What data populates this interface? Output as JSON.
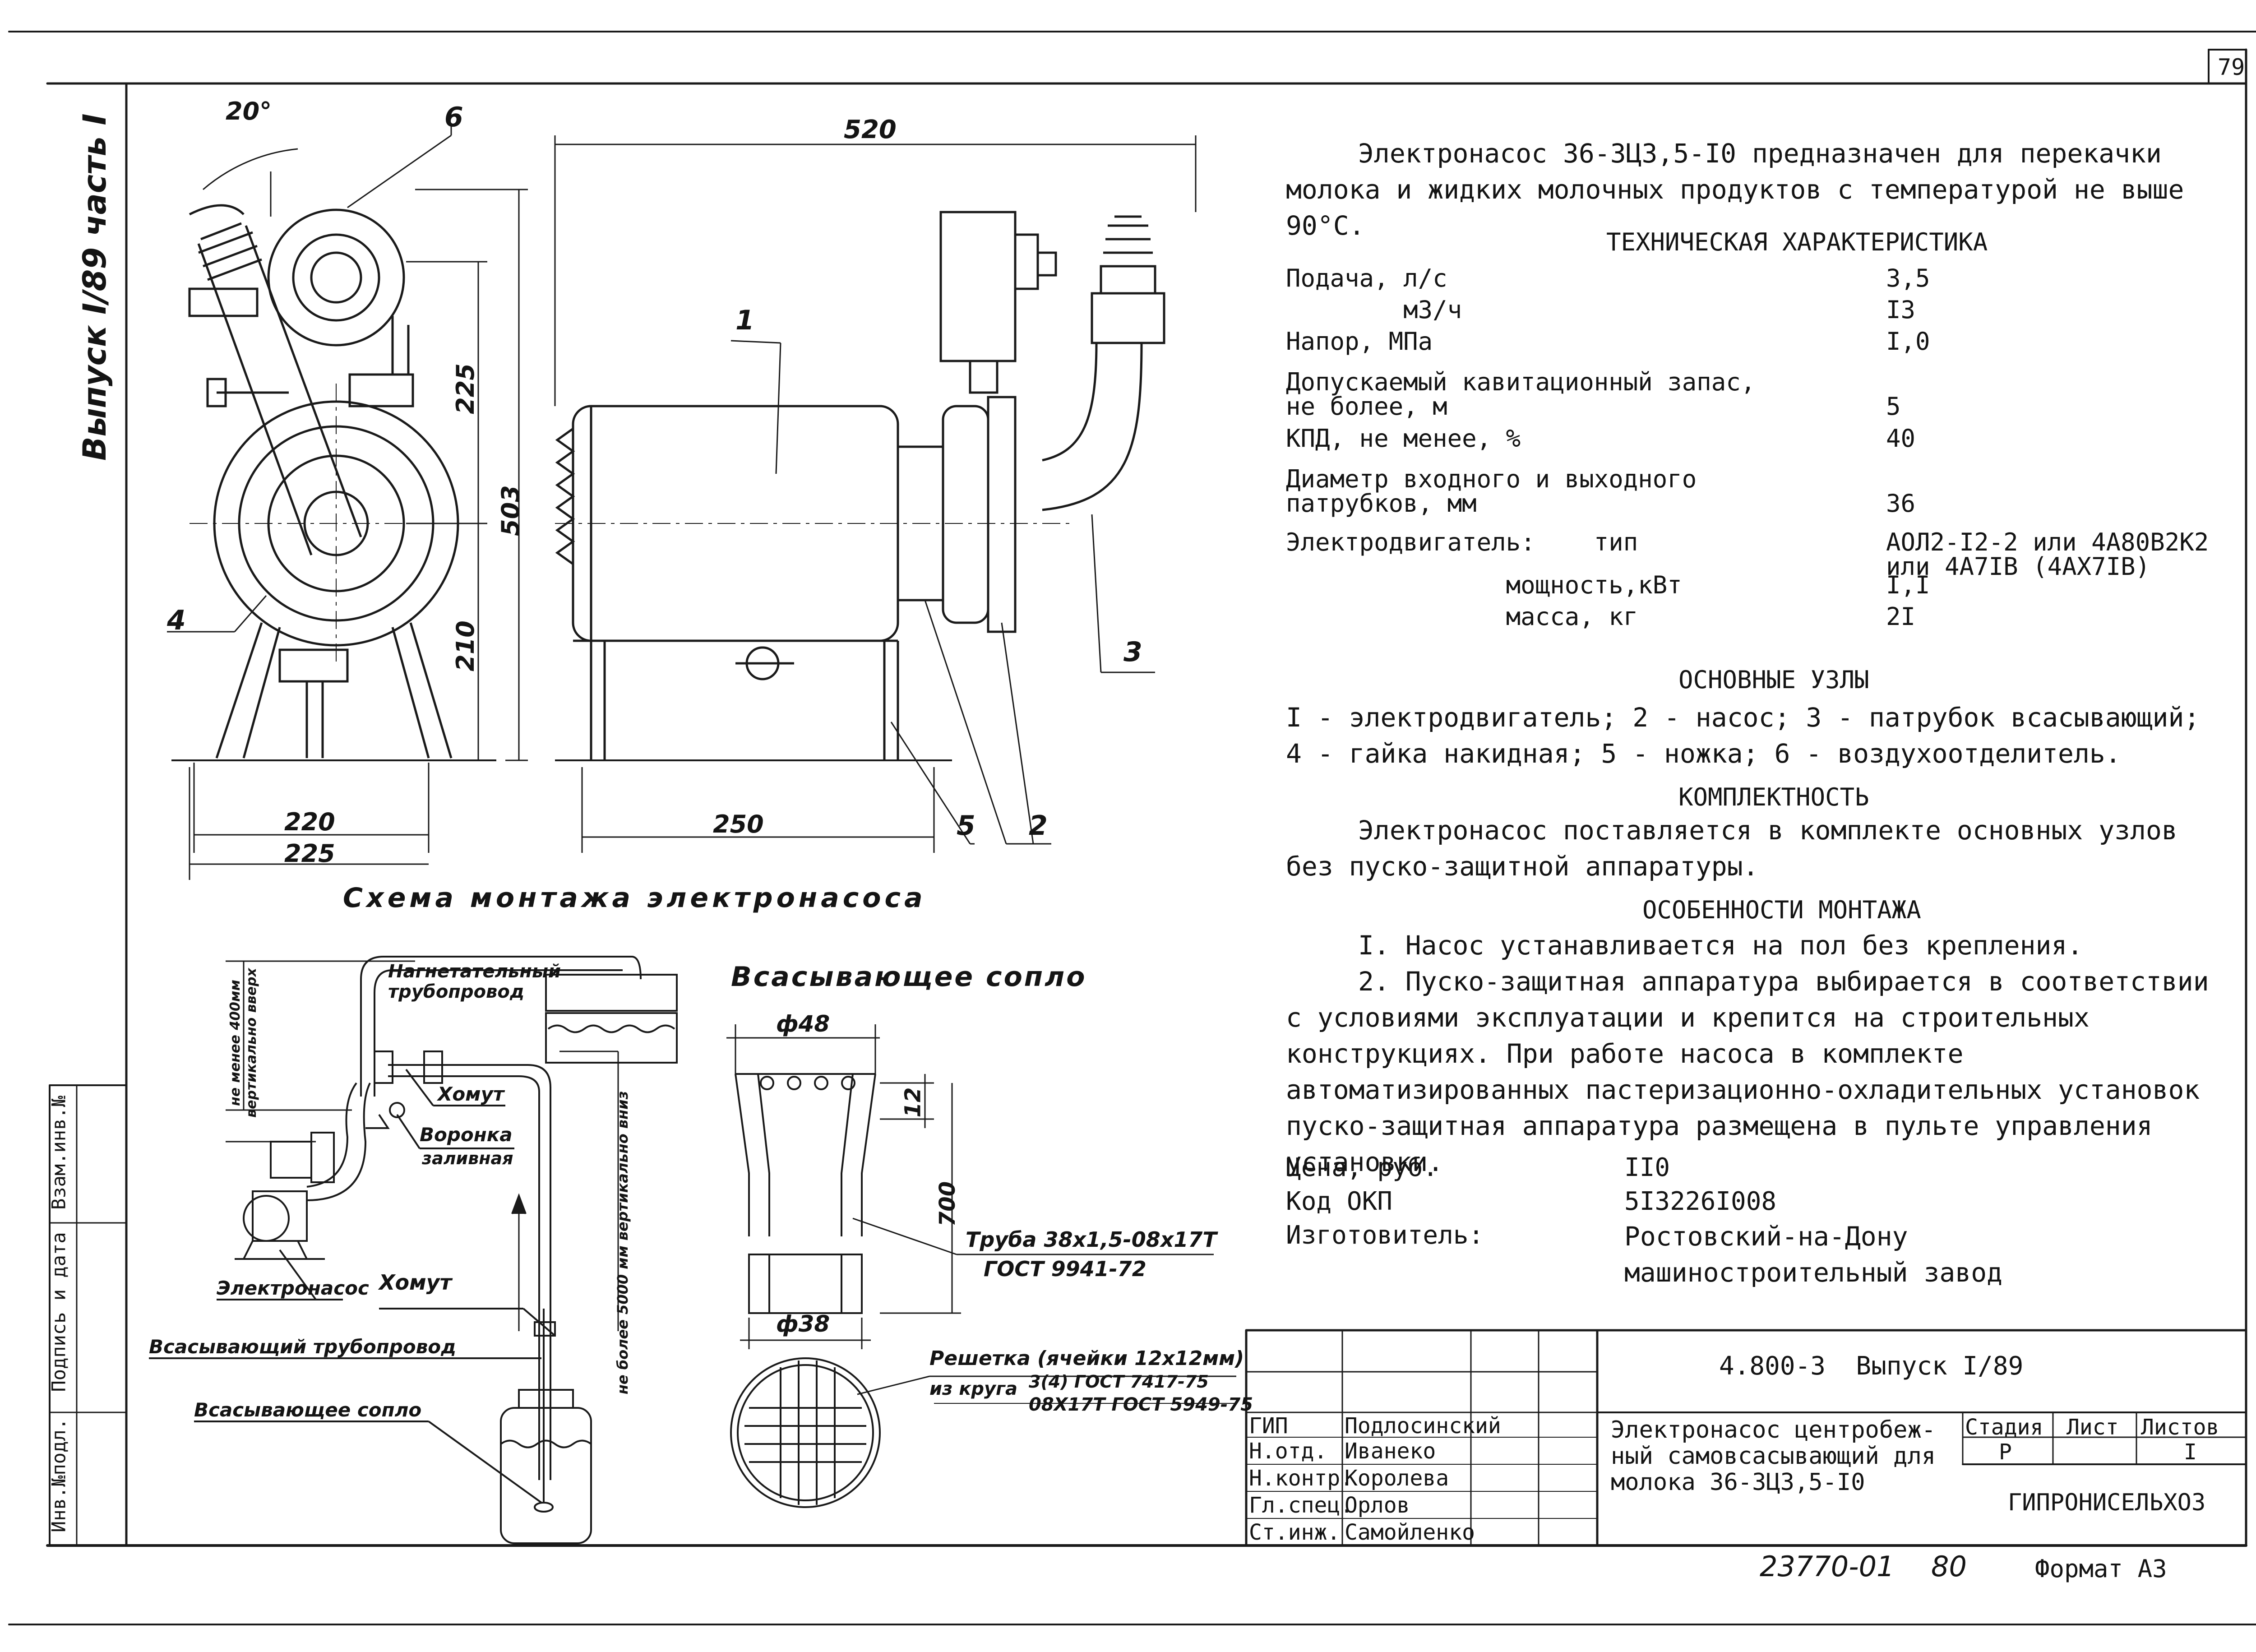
{
  "sheet": {
    "page_number": "79",
    "side_label": "Выпуск I/89 часть I",
    "format": "Формат А3",
    "archive_number": "23770-01",
    "archive_suffix": "80"
  },
  "side_stamp": {
    "fields": [
      "Инв.№подл.",
      "Подпись и дата",
      "Взам.инв.№"
    ]
  },
  "drawing": {
    "dims": {
      "angle": "20°",
      "width_total": "520",
      "h225": "225",
      "h503": "503",
      "h210": "210",
      "w220": "220",
      "w225": "225",
      "w250": "250"
    },
    "callouts": {
      "c1": "1",
      "c2": "2",
      "c3": "3",
      "c4": "4",
      "c5": "5",
      "c6": "6"
    }
  },
  "scheme": {
    "title": "Схема монтажа электронасоса",
    "vertical_up": "не менее 400мм вертикально вверх",
    "vertical_down": "не более 5000 мм вертикально вниз",
    "labels": {
      "discharge_1": "Нагнетательный",
      "discharge_2": "трубопровод",
      "clamp_top": "Хомут",
      "funnel_1": "Воронка",
      "funnel_2": "заливная",
      "pump": "Электронасос",
      "clamp_bottom": "Хомут",
      "suction_pipe": "Всасывающий трубопровод",
      "suction_nozzle": "Всасывающее сопло"
    }
  },
  "nozzle": {
    "title": "Всасывающее сопло",
    "d_top": "ф48",
    "d_bottom": "ф38",
    "h12": "12",
    "h700": "700",
    "pipe_1": "Труба 38х1,5-08х17Т",
    "pipe_2": "ГОСТ 9941-72",
    "grid_1": "Решетка (ячейки 12х12мм)",
    "grid_2": "из круга",
    "grid_3": "3(4) ГОСТ 7417-75",
    "grid_4": "08Х17Т ГОСТ 5949-75"
  },
  "description": {
    "intro": "Электронасос 36-3Ц3,5-I0 предназначен для перекачки молока и жидких молочных продуктов с температурой не выше 90°C.",
    "tech_heading": "ТЕХНИЧЕСКАЯ ХАРАКТЕРИСТИКА",
    "spec_rows": [
      {
        "label": "Подача, л/с",
        "value": "3,5"
      },
      {
        "label": "        м3/ч",
        "value": "I3"
      },
      {
        "label": "Напор, МПа",
        "value": "I,0"
      },
      {
        "label": "Допускаемый кавитационный запас,\nне более, м",
        "value": "5"
      },
      {
        "label": "КПД, не менее, %",
        "value": "40"
      },
      {
        "label": "Диаметр входного и выходного\nпатрубков, мм",
        "value": "36"
      },
      {
        "label": "Электродвигатель:    тип",
        "value": "АОЛ2-I2-2 или 4А80В2К2\nили 4А7IВ (4АХ7IВ)"
      },
      {
        "label": "               мощность,кВт",
        "value": "I,I"
      },
      {
        "label": "               масса, кг",
        "value": "2I"
      }
    ],
    "units_heading": "ОСНОВНЫЕ УЗЛЫ",
    "units_text": "I - электродвигатель; 2 - насос; 3 - патрубок всасывающий;\n4 - гайка накидная; 5 - ножка; 6 - воздухоотделитель.",
    "kit_heading": "КОМПЛЕКТНОСТЬ",
    "kit_text": "Электронасос поставляется в комплекте основных узлов без пуско-защитной аппаратуры.",
    "mount_heading": "ОСОБЕННОСТИ МОНТАЖА",
    "mount_1": "I. Насос устанавливается на пол без крепления.",
    "mount_2": "2. Пуско-защитная аппаратура выбирается в соответствии с условиями эксплуатации и крепится на строительных конструкциях. При работе насоса в комплекте автоматизированных пастеризационно-охладительных установок пуско-защитная аппаратура размещена в пульте управления установки.",
    "price_label": "Цена, руб.",
    "price_value": "II0",
    "okp_label": "Код ОКП",
    "okp_value": "5I3226I008",
    "maker_label": "Изготовитель:",
    "maker_value": "Ростовский-на-Дону машиностроительный завод"
  },
  "title_block": {
    "doc_code": "4.800-3  Выпуск I/89",
    "title": "Электронасос центробеж-\nный самовсасывающий для\nмолока 36-3Ц3,5-I0",
    "stage_label": "Стадия",
    "sheet_label": "Лист",
    "sheets_label": "Листов",
    "stage_value": "Р",
    "sheet_value": "",
    "sheets_value": "I",
    "org": "ГИПРОНИСЕЛЬХОЗ",
    "staff": [
      {
        "role": "ГИП",
        "name": "Подлосинский"
      },
      {
        "role": "Н.отд.",
        "name": "Иванеко"
      },
      {
        "role": "Н.контр.",
        "name": "Королева"
      },
      {
        "role": "Гл.спец.",
        "name": "Орлов"
      },
      {
        "role": "Ст.инж.",
        "name": "Самойленко"
      }
    ]
  }
}
